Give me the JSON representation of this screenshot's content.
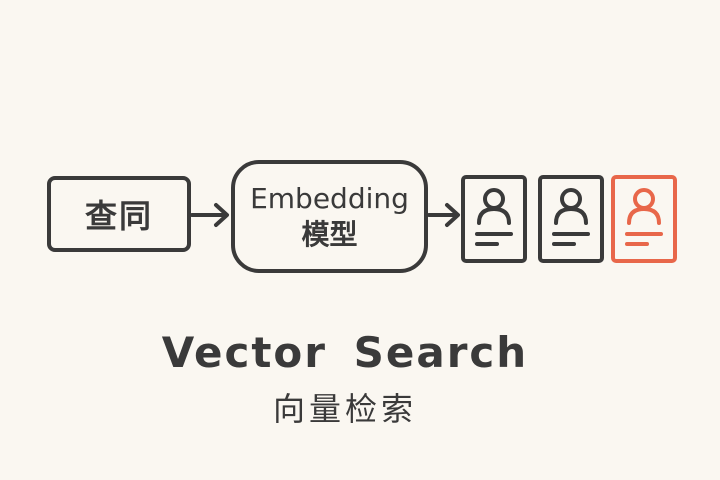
{
  "diagram": {
    "query_label": "查同",
    "model_label_en": "Embedding",
    "model_label_zh": "模型",
    "results": [
      {
        "icon": "user-document-icon",
        "highlighted": false
      },
      {
        "icon": "user-document-icon",
        "highlighted": false
      },
      {
        "icon": "user-document-icon",
        "highlighted": true
      }
    ],
    "title": "Vector Search",
    "subtitle": "向量检索"
  },
  "colors": {
    "stroke": "#3a3a3a",
    "highlight": "#e8674a",
    "background": "#faf7f1"
  }
}
